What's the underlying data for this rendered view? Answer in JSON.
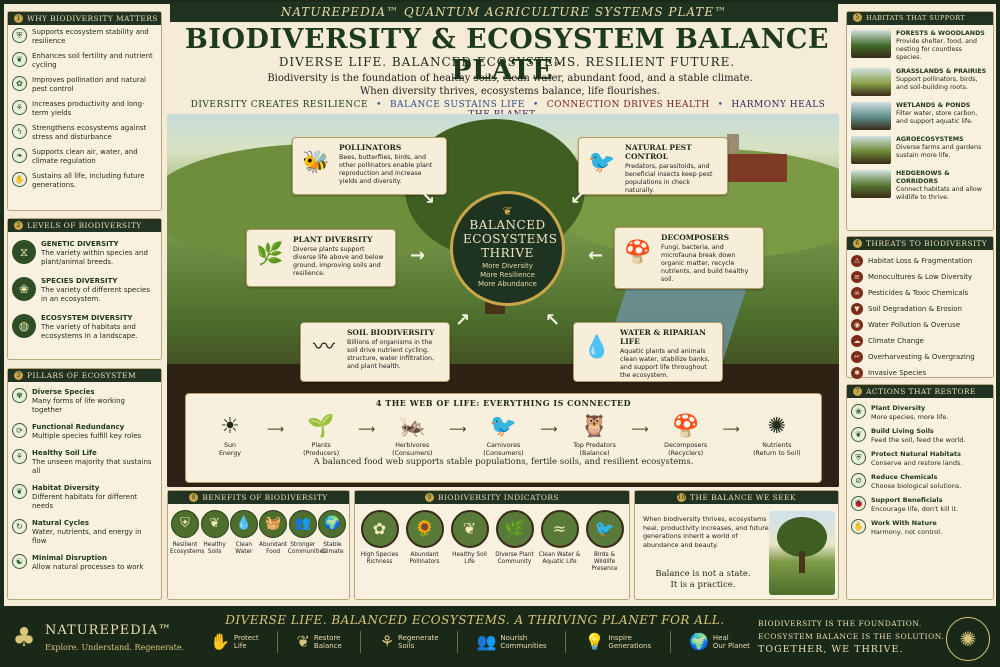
{
  "header": {
    "top_banner": "NATUREPEDIA™ QUANTUM AGRICULTURE SYSTEMS PLATE™",
    "title": "BIODIVERSITY & ECOSYSTEM BALANCE PLATE",
    "title_mark": "™",
    "subtitle": "DIVERSE LIFE. BALANCED ECOSYSTEMS. RESILIENT FUTURE.",
    "intro_1": "Biodiversity is the foundation of healthy soils, clean water, abundant food, and a stable climate.",
    "intro_2": "When diversity thrives, ecosystems balance, life flourishes.",
    "tags": [
      "DIVERSITY CREATES RESILIENCE",
      "BALANCE SUSTAINS LIFE",
      "CONNECTION DRIVES HEALTH",
      "HARMONY HEALS THE PLANET"
    ],
    "tag_colors": [
      "#1f3a1f",
      "#2b4f8a",
      "#7a1f1f",
      "#3a1f5a"
    ]
  },
  "left": {
    "why": {
      "num": "1",
      "title": "WHY BIODIVERSITY MATTERS",
      "items": [
        {
          "icon": "shield-icon",
          "glyph": "⛨",
          "text": "Supports ecosystem stability and resilience"
        },
        {
          "icon": "sprout-icon",
          "glyph": "❦",
          "text": "Enhances soil fertility and nutrient cycling"
        },
        {
          "icon": "flower-icon",
          "glyph": "✿",
          "text": "Improves pollination and natural pest control"
        },
        {
          "icon": "wheat-icon",
          "glyph": "⚘",
          "text": "Increases productivity and long-term yields"
        },
        {
          "icon": "lightning-icon",
          "glyph": "ϟ",
          "text": "Strengthens ecosystems against stress and disturbance"
        },
        {
          "icon": "leaf-icon",
          "glyph": "❧",
          "text": "Supports clean air, water, and climate regulation"
        },
        {
          "icon": "hands-icon",
          "glyph": "✋",
          "text": "Sustains all life, including future generations."
        }
      ]
    },
    "levels": {
      "num": "2",
      "title": "LEVELS OF BIODIVERSITY",
      "items": [
        {
          "icon": "dna-icon",
          "glyph": "⧖",
          "title": "GENETIC DIVERSITY",
          "text": "The variety within species and plant/animal breeds."
        },
        {
          "icon": "species-icon",
          "glyph": "❀",
          "title": "SPECIES DIVERSITY",
          "text": "The variety of different species in an ecosystem."
        },
        {
          "icon": "globe-icon",
          "glyph": "◍",
          "title": "ECOSYSTEM DIVERSITY",
          "text": "The variety of habitats and ecosystems in a landscape."
        }
      ]
    },
    "pillars": {
      "num": "3",
      "title": "PILLARS OF ECOSYSTEM BALANCE",
      "items": [
        {
          "icon": "diverse-species-icon",
          "glyph": "✾",
          "title": "Diverse Species",
          "text": "Many forms of life working together"
        },
        {
          "icon": "redundancy-icon",
          "glyph": "⟳",
          "title": "Functional Redundancy",
          "text": "Multiple species fulfill key roles"
        },
        {
          "icon": "soil-icon",
          "glyph": "⚘",
          "title": "Healthy Soil Life",
          "text": "The unseen majority that sustains all"
        },
        {
          "icon": "habitat-icon",
          "glyph": "❦",
          "title": "Habitat Diversity",
          "text": "Different habitats for different needs"
        },
        {
          "icon": "cycle-icon",
          "glyph": "↻",
          "title": "Natural Cycles",
          "text": "Water, nutrients, and energy in flow"
        },
        {
          "icon": "yin-yang-icon",
          "glyph": "☯",
          "title": "Minimal Disruption",
          "text": "Allow natural processes to work"
        }
      ]
    }
  },
  "scene": {
    "center": {
      "title": "BALANCED ECOSYSTEMS THRIVE",
      "lines": [
        "More Diversity",
        "More Resilience",
        "More Abundance"
      ]
    },
    "cards": {
      "pollinators": {
        "icon": "bee-icon",
        "glyph": "🐝",
        "title": "POLLINATORS",
        "text": "Bees, butterflies, birds, and other pollinators enable plant reproduction and increase yields and diversity."
      },
      "pest": {
        "icon": "crow-icon",
        "glyph": "🐦",
        "title": "NATURAL PEST CONTROL",
        "text": "Predators, parasitoids, and beneficial insects keep pest populations in check naturally."
      },
      "plant": {
        "icon": "plant-icon",
        "glyph": "🌿",
        "title": "PLANT DIVERSITY",
        "text": "Diverse plants support diverse life above and below ground, improving soils and resilience."
      },
      "decomposers": {
        "icon": "mushroom-icon",
        "glyph": "🍄",
        "title": "DECOMPOSERS",
        "text": "Fungi, bacteria, and microfauna break down organic matter, recycle nutrients, and build healthy soil."
      },
      "soil": {
        "icon": "worm-icon",
        "glyph": "〰",
        "title": "SOIL BIODIVERSITY",
        "text": "Billions of organisms in the soil drive nutrient cycling, structure, water infiltration, and plant health."
      },
      "water": {
        "icon": "water-drop-icon",
        "glyph": "💧",
        "title": "WATER & RIPARIAN LIFE",
        "text": "Aquatic plants and animals clean water, stabilize banks, and support life throughout the ecosystem."
      }
    }
  },
  "web": {
    "num": "4",
    "title": "THE WEB OF LIFE: EVERYTHING IS CONNECTED",
    "items": [
      {
        "icon": "sun-icon",
        "glyph": "☀",
        "label": "Sun",
        "sub": "Energy"
      },
      {
        "icon": "plants-icon",
        "glyph": "🌱",
        "label": "Plants",
        "sub": "(Producers)"
      },
      {
        "icon": "grasshopper-icon",
        "glyph": "🦗",
        "label": "Herbivores",
        "sub": "(Consumers)"
      },
      {
        "icon": "bird-icon",
        "glyph": "🐦",
        "label": "Carnivores",
        "sub": "(Consumers)"
      },
      {
        "icon": "owl-icon",
        "glyph": "🦉",
        "label": "Top Predators",
        "sub": "(Balance)"
      },
      {
        "icon": "mushroom-icon",
        "glyph": "🍄",
        "label": "Decomposers",
        "sub": "(Recyclers)"
      },
      {
        "icon": "nutrients-icon",
        "glyph": "✺",
        "label": "Nutrients",
        "sub": "(Return to Soil)"
      }
    ],
    "footer": "A balanced food web supports stable populations, fertile soils, and resilient ecosystems."
  },
  "benefits": {
    "num": "8",
    "title": "BENEFITS OF BIODIVERSITY",
    "items": [
      {
        "icon": "shield-leaf-icon",
        "glyph": "⛨",
        "label": "Resilient Ecosystems"
      },
      {
        "icon": "soil-sprout-icon",
        "glyph": "❦",
        "label": "Healthy Soils"
      },
      {
        "icon": "water-drop-icon",
        "glyph": "💧",
        "label": "Clean Water"
      },
      {
        "icon": "basket-icon",
        "glyph": "🧺",
        "label": "Abundant Food"
      },
      {
        "icon": "people-icon",
        "glyph": "👥",
        "label": "Stronger Communities"
      },
      {
        "icon": "globe-icon",
        "glyph": "🌍",
        "label": "Stable Climate"
      }
    ]
  },
  "indicators": {
    "num": "9",
    "title": "BIODIVERSITY INDICATORS",
    "items": [
      {
        "icon": "flowers-icon",
        "glyph": "✿",
        "label": "High Species Richness"
      },
      {
        "icon": "sunflower-icon",
        "glyph": "🌻",
        "label": "Abundant Pollinators"
      },
      {
        "icon": "roots-icon",
        "glyph": "❦",
        "label": "Healthy Soil Life"
      },
      {
        "icon": "plant-community-icon",
        "glyph": "🌿",
        "label": "Diverse Plant Community"
      },
      {
        "icon": "river-icon",
        "glyph": "≈",
        "label": "Clean Water & Aquatic Life"
      },
      {
        "icon": "wildlife-icon",
        "glyph": "🐦",
        "label": "Birds & Wildlife Presence"
      }
    ]
  },
  "seek": {
    "num": "10",
    "title": "THE BALANCE WE SEEK",
    "text": "When biodiversity thrives, ecosystems heal, productivity increases, and future generations inherit a world of abundance and beauty.",
    "quote_1": "Balance is not a state.",
    "quote_2": "It is a practice."
  },
  "right": {
    "habitats": {
      "num": "5",
      "title": "HABITATS THAT SUPPORT BIODIVERSITY",
      "items": [
        {
          "title": "FORESTS & WOODLANDS",
          "text": "Provide shelter, food, and nesting for countless species.",
          "color": "#3f6a2a"
        },
        {
          "title": "GRASSLANDS & PRAIRIES",
          "text": "Support pollinators, birds, and soil-building roots.",
          "color": "#8aa04a"
        },
        {
          "title": "WETLANDS & PONDS",
          "text": "Filter water, store carbon, and support aquatic life.",
          "color": "#5d8a8a"
        },
        {
          "title": "AGROECOSYSTEMS",
          "text": "Diverse farms and gardens sustain more life.",
          "color": "#6e8a3a"
        },
        {
          "title": "HEDGEROWS & CORRIDORS",
          "text": "Connect habitats and allow wildlife to thrive.",
          "color": "#55762e"
        }
      ]
    },
    "threats": {
      "num": "6",
      "title": "THREATS TO BIODIVERSITY",
      "items": [
        {
          "icon": "habitat-loss-icon",
          "glyph": "⚠",
          "text": "Habitat Loss & Fragmentation"
        },
        {
          "icon": "monoculture-icon",
          "glyph": "≡",
          "text": "Monocultures & Low Diversity"
        },
        {
          "icon": "pesticide-icon",
          "glyph": "☠",
          "text": "Pesticides & Toxic Chemicals"
        },
        {
          "icon": "erosion-icon",
          "glyph": "▼",
          "text": "Soil Degradation & Erosion"
        },
        {
          "icon": "pollution-icon",
          "glyph": "◉",
          "text": "Water Pollution & Overuse"
        },
        {
          "icon": "climate-icon",
          "glyph": "☁",
          "text": "Climate Change"
        },
        {
          "icon": "overharvest-icon",
          "glyph": "✂",
          "text": "Overharvesting & Overgrazing"
        },
        {
          "icon": "invasive-icon",
          "glyph": "✱",
          "text": "Invasive Species"
        }
      ]
    },
    "actions": {
      "num": "7",
      "title": "ACTIONS THAT RESTORE BALANCE",
      "items": [
        {
          "icon": "plant-diversity-icon",
          "glyph": "❀",
          "title": "Plant Diversity",
          "text": "More species, more life."
        },
        {
          "icon": "soil-build-icon",
          "glyph": "❦",
          "title": "Build Living Soils",
          "text": "Feed the soil, feed the world."
        },
        {
          "icon": "protect-icon",
          "glyph": "⛨",
          "title": "Protect Natural Habitats",
          "text": "Conserve and restore lands."
        },
        {
          "icon": "reduce-icon",
          "glyph": "⊘",
          "title": "Reduce Chemicals",
          "text": "Choose biological solutions."
        },
        {
          "icon": "beneficials-icon",
          "glyph": "🐞",
          "title": "Support Beneficials",
          "text": "Encourage life, don't kill it."
        },
        {
          "icon": "nature-icon",
          "glyph": "✋",
          "title": "Work With Nature",
          "text": "Harmony, not control."
        }
      ]
    }
  },
  "footer": {
    "brand": "NATUREPEDIA™",
    "brand_sub": "Explore. Understand. Regenerate.",
    "slogan": "DIVERSE LIFE. BALANCED ECOSYSTEMS. A THRIVING PLANET FOR ALL.",
    "items": [
      {
        "icon": "protect-life-icon",
        "glyph": "✋",
        "l1": "Protect",
        "l2": "Life"
      },
      {
        "icon": "restore-icon",
        "glyph": "❦",
        "l1": "Restore",
        "l2": "Balance"
      },
      {
        "icon": "regenerate-icon",
        "glyph": "⚘",
        "l1": "Regenerate",
        "l2": "Soils"
      },
      {
        "icon": "community-icon",
        "glyph": "👥",
        "l1": "Nourish",
        "l2": "Communities"
      },
      {
        "icon": "inspire-icon",
        "glyph": "💡",
        "l1": "Inspire",
        "l2": "Generations"
      },
      {
        "icon": "planet-icon",
        "glyph": "🌍",
        "l1": "Heal",
        "l2": "Our Planet"
      }
    ],
    "right_1": "BIODIVERSITY IS THE FOUNDATION.",
    "right_2": "ECOSYSTEM BALANCE IS THE SOLUTION.",
    "right_3": "TOGETHER, WE THRIVE."
  }
}
